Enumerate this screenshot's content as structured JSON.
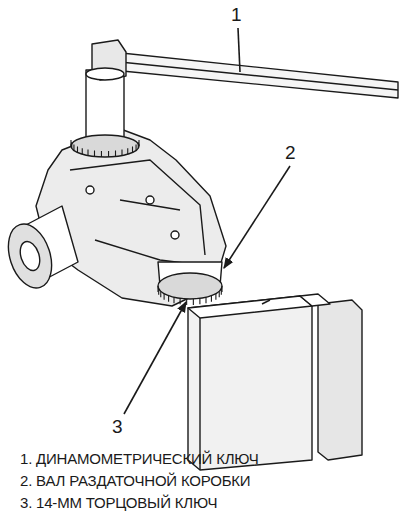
{
  "diagram": {
    "labels": [
      "1",
      "2",
      "3",
      "1. ДИНАМОМЕТРИЧЕСКИЙ КЛЮЧ",
      "2. ВАЛ РАЗДАТОЧНОЙ КОРОБКИ",
      "3. 14-ММ ТОРЦОВЫЙ КЛЮЧ"
    ]
  }
}
